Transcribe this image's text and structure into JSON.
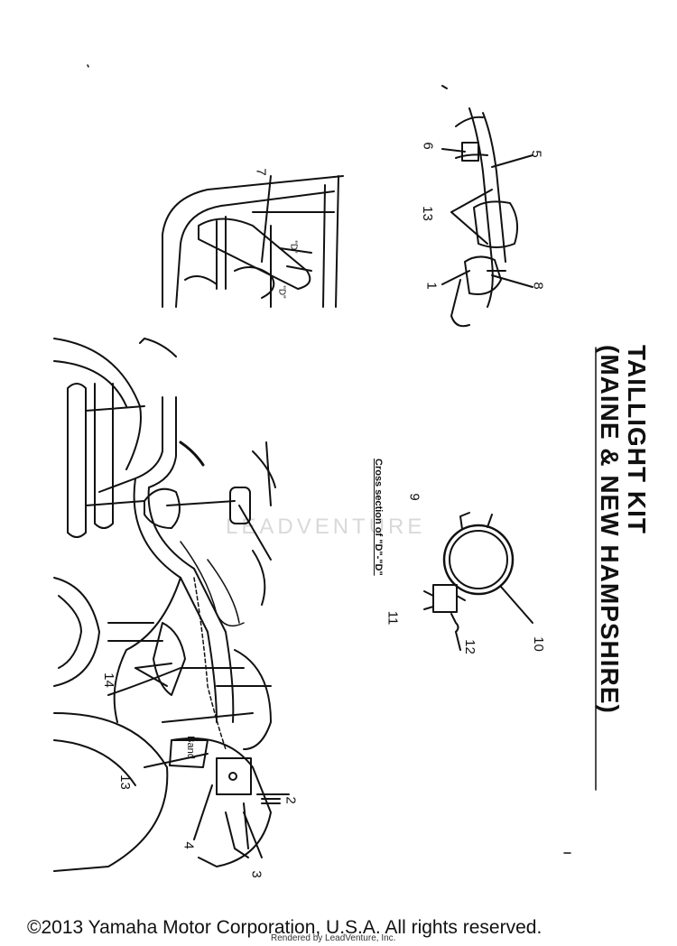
{
  "title": {
    "line1": "TAILLIGHT KIT",
    "line2": "(MAINE & NEW HAMPSHIRE)"
  },
  "cross_section_label": "Cross section of \"D\"-\"D\"",
  "band_label": "Band",
  "d_labels": [
    "\"D\"",
    "\"D\""
  ],
  "callouts": {
    "c1": "1",
    "c2": "2",
    "c3": "3",
    "c4": "4",
    "c5": "5",
    "c6": "6",
    "c7": "7",
    "c8": "8",
    "c9": "9",
    "c10": "10",
    "c11": "11",
    "c12": "12",
    "c13a": "13",
    "c13b": "13",
    "c14": "14"
  },
  "watermark": "LEADVENTURE",
  "copyright": "©2013 Yamaha Motor Corporation, U.S.A. All rights reserved.",
  "rendered_by": "Rendered by LeadVenture, Inc."
}
